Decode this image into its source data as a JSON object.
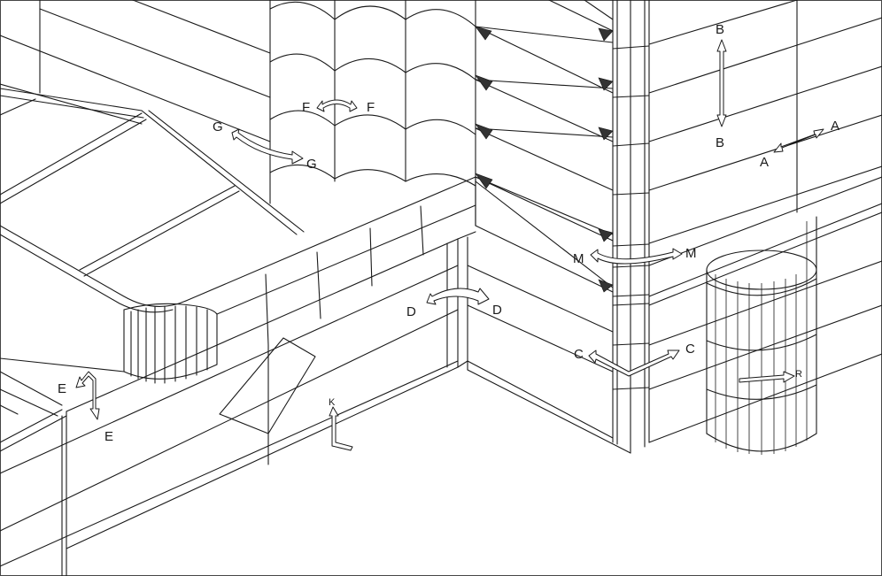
{
  "labels": {
    "a": "A",
    "b": "B",
    "c": "C",
    "d": "D",
    "e": "E",
    "f": "F",
    "g": "G",
    "k": "K",
    "m": "M",
    "r": "R"
  }
}
